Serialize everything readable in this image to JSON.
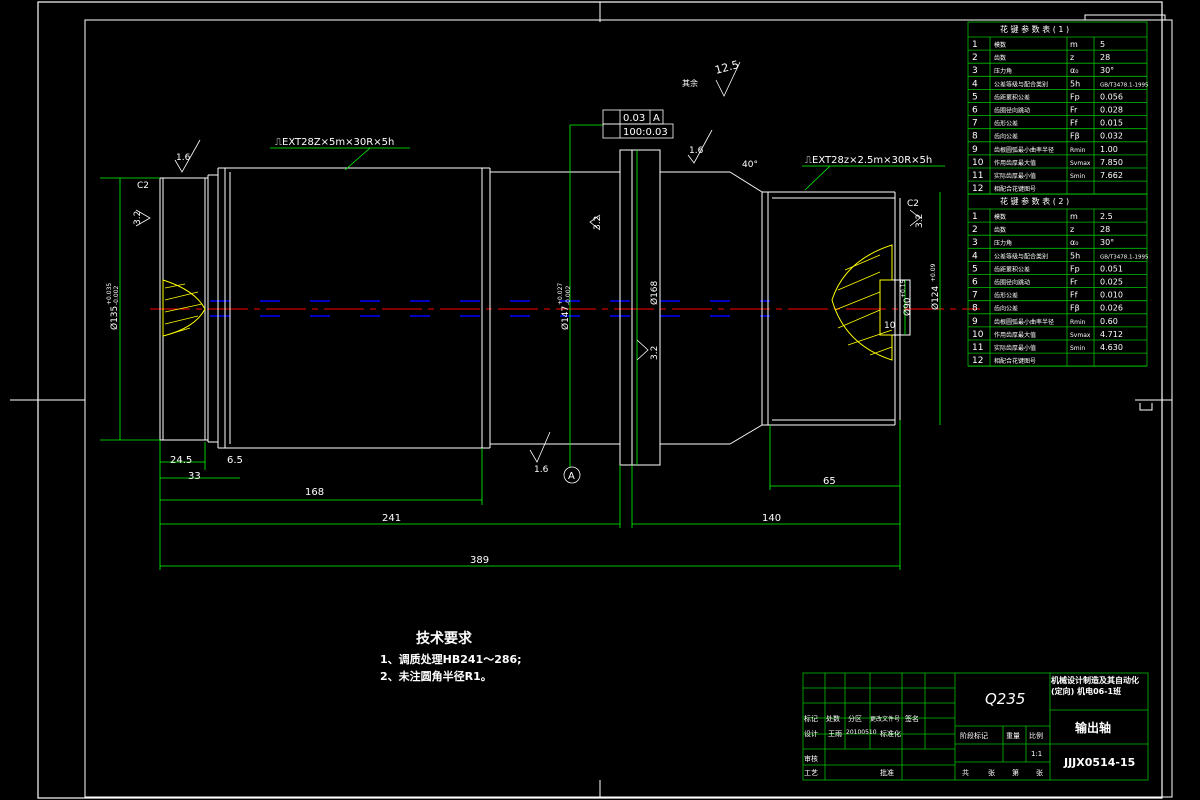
{
  "colors": {
    "background": "#000000",
    "line": "#ffffff",
    "frame": "#00c000",
    "dim": "#00ff00",
    "center_red": "#ff0000",
    "center_blue": "#0000ff",
    "section_fill": "#ffff00",
    "table_text": "#ffffff"
  },
  "spline_callouts": {
    "left": "⎍EXT28Z×5m×30R×5h",
    "right": "⎍EXT28z×2.5m×30R×5h"
  },
  "roughness": {
    "top_general": "12.5",
    "top_general_note": "其余",
    "r1": "1.6",
    "r2": "1.6",
    "r3": "3.2",
    "r4": "3.2",
    "r5": "3.2",
    "r6": "1.6",
    "r7": "3.2"
  },
  "chamfers": {
    "left": "C2",
    "right": "C2",
    "angle": "40°"
  },
  "tolerance_frames": {
    "f1_value": "0.03",
    "f1_datum": "A",
    "f2_value": "100:0.03"
  },
  "datum_label": "A",
  "diameters": {
    "left_shaft": "Ø135",
    "left_tol_top": "+0.035",
    "left_tol_bot": "-0.002",
    "mid": "Ø147",
    "mid_tol_top": "+0.027",
    "mid_tol_bot": "-0.002",
    "flange": "Ø168",
    "right_spline": "Ø124",
    "right_tol": "+0.09",
    "right_inner": "Ø90",
    "right_inner_tol": "+0.15",
    "keyway": "10"
  },
  "lengths": {
    "l1": "24.5",
    "l2": "6.5",
    "l3": "33",
    "l4": "168",
    "l5": "241",
    "l6": "65",
    "l7": "140",
    "l8": "389"
  },
  "table1": {
    "title": "花 键 参 数 表 ( 1 )",
    "rows": [
      [
        "1",
        "模数",
        "m",
        "5"
      ],
      [
        "2",
        "齿数",
        "z",
        "28"
      ],
      [
        "3",
        "压力角",
        "α₀",
        "30°"
      ],
      [
        "4",
        "公差等级与配合类别",
        "5h",
        "GB/T3478.1-1995"
      ],
      [
        "5",
        "齿距累积公差",
        "Fp",
        "0.056"
      ],
      [
        "6",
        "齿圈径向跳动",
        "Fr",
        "0.028"
      ],
      [
        "7",
        "齿形公差",
        "Ff",
        "0.015"
      ],
      [
        "8",
        "齿向公差",
        "Fβ",
        "0.032"
      ],
      [
        "9",
        "齿根圆弧最小曲率半径",
        "Rmin",
        "1.00"
      ],
      [
        "10",
        "作用齿厚最大值",
        "Svmax",
        "7.850"
      ],
      [
        "11",
        "实际齿厚最小值",
        "Smin",
        "7.662"
      ],
      [
        "12",
        "相配合花键图号",
        "",
        ""
      ]
    ]
  },
  "table2": {
    "title": "花 键 参 数 表 ( 2 )",
    "rows": [
      [
        "1",
        "模数",
        "m",
        "2.5"
      ],
      [
        "2",
        "齿数",
        "z",
        "28"
      ],
      [
        "3",
        "压力角",
        "α₀",
        "30°"
      ],
      [
        "4",
        "公差等级与配合类别",
        "5h",
        "GB/T3478.1-1995"
      ],
      [
        "5",
        "齿距累积公差",
        "Fp",
        "0.051"
      ],
      [
        "6",
        "齿圈径向跳动",
        "Fr",
        "0.025"
      ],
      [
        "7",
        "齿形公差",
        "Ff",
        "0.010"
      ],
      [
        "8",
        "齿向公差",
        "Fβ",
        "0.026"
      ],
      [
        "9",
        "齿根圆弧最小曲率半径",
        "Rmin",
        "0.60"
      ],
      [
        "10",
        "作用齿厚最大值",
        "Svmax",
        "4.712"
      ],
      [
        "11",
        "实际齿厚最小值",
        "Smin",
        "4.630"
      ],
      [
        "12",
        "相配合花键图号",
        "",
        ""
      ]
    ]
  },
  "tech_req": {
    "title": "技术要求",
    "items": [
      "1、调质处理HB241～286;",
      "2、未注圆角半径R1。"
    ]
  },
  "title_block": {
    "material": "Q235",
    "school": "机械设计制造及其自动化(定向) 机电06-1班",
    "part_name": "输出轴",
    "drawing_no": "JJJX0514-15",
    "labels": {
      "mark": "标记",
      "count": "处数",
      "zone": "分区",
      "change_doc": "更改文件号",
      "sign": "签名",
      "designer": "设计",
      "designer_name": "王雨",
      "date": "20100510",
      "std": "标准化",
      "review": "审核",
      "process": "工艺",
      "approve": "批准",
      "stage": "阶段标记",
      "weight": "重量",
      "scale": "比例",
      "scale_value": "1:1",
      "sheets": "共",
      "sheets_of": "张",
      "sheet": "第",
      "sheet_unit": "张"
    }
  }
}
